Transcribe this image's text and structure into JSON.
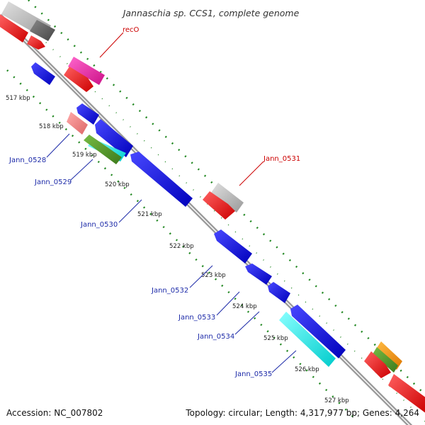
{
  "title": "Jannaschia sp. CCS1, complete genome",
  "footer": {
    "accession": "Accession: NC_007802",
    "topology": "Topology: circular; Length: 4,317,977 bp; Genes: 4,264"
  },
  "ticks": [
    "517 kbp",
    "518 kbp",
    "519 kbp",
    "520 kbp",
    "521 kbp",
    "522 kbp",
    "523 kbp",
    "524 kbp",
    "525 kbp",
    "526 kbp",
    "527 kbp"
  ],
  "gene_labels": {
    "recO": "recO",
    "jann0531": "Jann_0531",
    "jann0528": "Jann_0528",
    "jann0529": "Jann_0529",
    "jann0530": "Jann_0530",
    "jann0532": "Jann_0532",
    "jann0533": "Jann_0533",
    "jann0534": "Jann_0534",
    "jann0535": "Jann_0535"
  },
  "colors": {
    "forward_cds": "#ee1111",
    "reverse_cds": "#1111dd",
    "backbone": "#999999",
    "gc_skew": "#228822",
    "label_forward": "#cc0000",
    "label_reverse": "#1c2aa8"
  }
}
